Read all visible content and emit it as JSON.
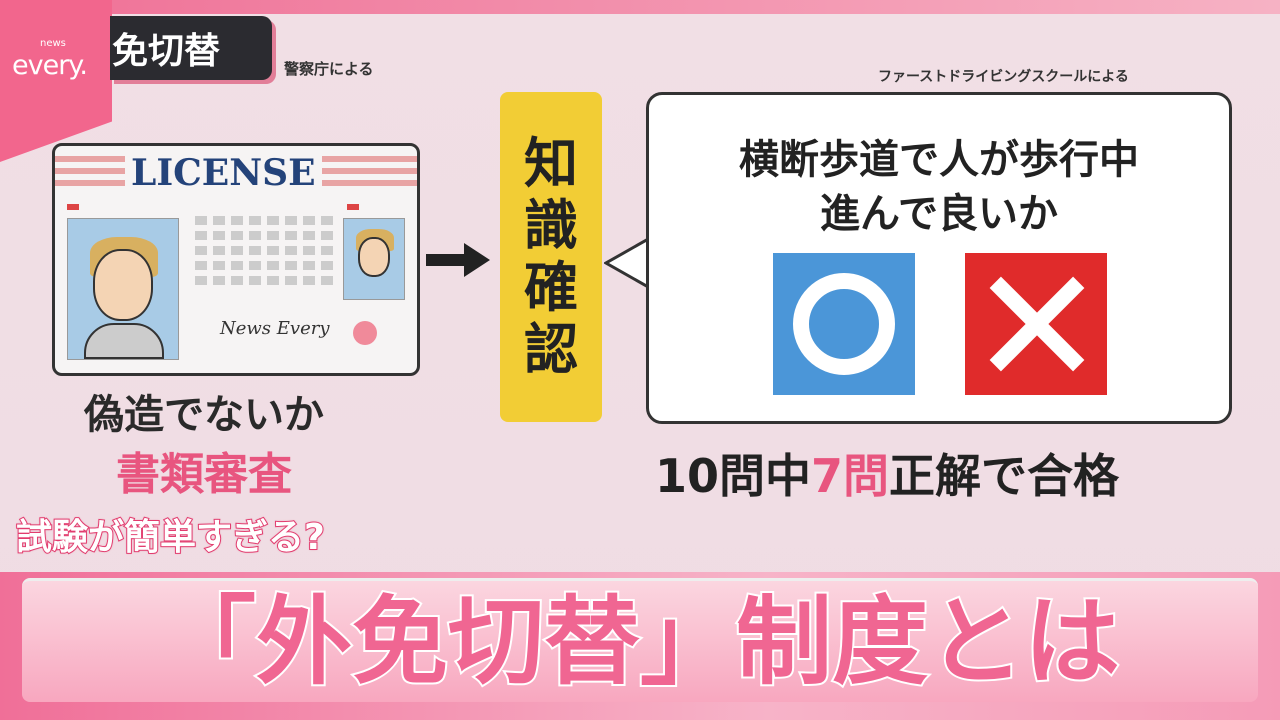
{
  "logo": {
    "small": "news",
    "big": "every."
  },
  "header": {
    "title": "免切替",
    "source_left": "警察庁による",
    "source_right": "ファーストドライビングスクールによる"
  },
  "license_card": {
    "heading": "LICENSE",
    "signature": "News Every"
  },
  "left_labels": {
    "line1": "偽造でないか",
    "line2": "書類審査"
  },
  "knowledge_box": {
    "chars": [
      "知",
      "識",
      "確",
      "認"
    ]
  },
  "question": {
    "line1": "横断歩道で人が歩行中",
    "line2": "進んで良いか",
    "options": [
      "○",
      "×"
    ]
  },
  "pass_rule": {
    "prefix": "10問中",
    "highlight": "7問",
    "suffix": "正解で合格"
  },
  "subtitle": "試験が簡単すぎる?",
  "headline": "「外免切替」制度とは",
  "colors": {
    "accent_pink": "#f06692",
    "yellow": "#f2cd35",
    "blue": "#4b96d8",
    "red": "#e02b2b"
  }
}
